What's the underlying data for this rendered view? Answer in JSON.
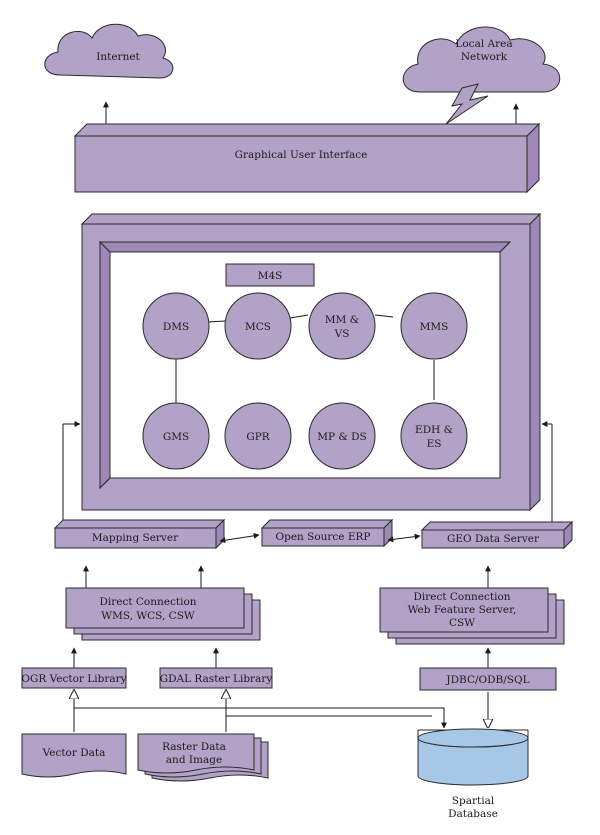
{
  "clouds": {
    "internet": "Internet",
    "lan_line1": "Local Area",
    "lan_line2": "Network"
  },
  "gui": "Graphical User Interface",
  "m4s": {
    "title": "M4S",
    "top_row": [
      "DMS",
      "MCS",
      "MM &|VS",
      "MMS"
    ],
    "bottom_row": [
      "GMS",
      "GPR",
      "MP & DS",
      "EDH &|ES"
    ]
  },
  "servers": {
    "mapping": "Mapping Server",
    "erp": "Open Source ERP",
    "geo": "GEO Data Server"
  },
  "left_stack": {
    "line1": "Direct Connection",
    "line2": "WMS, WCS, CSW"
  },
  "right_stack": {
    "line1": "Direct Connection",
    "line2": "Web Feature Server,",
    "line3": "CSW"
  },
  "libraries": {
    "ogr": "OGR Vector Library",
    "gdal": "GDAL Raster Library",
    "jdbc": "JDBC/ODB/SQL"
  },
  "data": {
    "vector": "Vector Data",
    "raster_line1": "Raster Data",
    "raster_line2": "and Image",
    "db_line1": "Spartial",
    "db_line2": "Database"
  },
  "colors": {
    "fill": "#b3a2c7",
    "side": "#9d88b8",
    "stroke": "#2b2b2b",
    "db": "#a7c7e7"
  }
}
